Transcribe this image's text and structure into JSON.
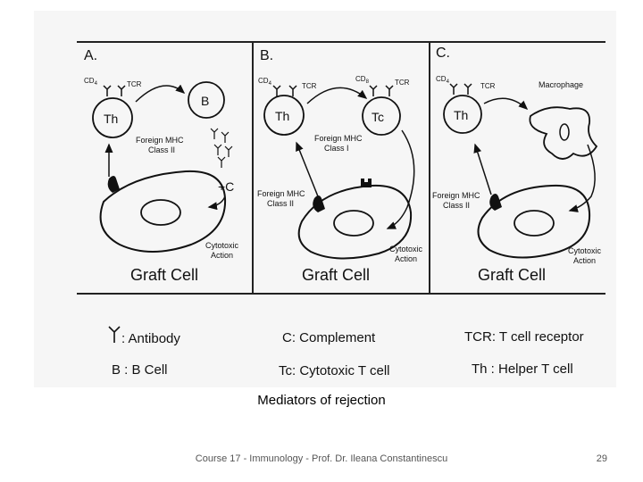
{
  "panels": [
    {
      "letter": "A.",
      "th_label": "Th",
      "cd_label": "CD",
      "cd_sub": "4",
      "tcr_label": "TCR",
      "target_label": "B",
      "mhc_line1": "Foreign MHC",
      "mhc_line2": "Class II",
      "complement_label": "+C",
      "action_line1": "Cytotoxic",
      "action_line2": "Action",
      "graft_label": "Graft Cell"
    },
    {
      "letter": "B.",
      "th_label": "Th",
      "cd_label": "CD",
      "cd_sub": "4",
      "tcr_label": "TCR",
      "cd8_label": "CD",
      "cd8_sub": "8",
      "tcr2_label": "TCR",
      "target_label": "Tc",
      "mhc1_line1": "Foreign MHC",
      "mhc1_line2": "Class I",
      "mhc2_line1": "Foreign MHC",
      "mhc2_line2": "Class II",
      "action_line1": "Cytotoxic",
      "action_line2": "Action",
      "graft_label": "Graft Cell"
    },
    {
      "letter": "C.",
      "th_label": "Th",
      "cd_label": "CD",
      "cd_sub": "4",
      "tcr_label": "TCR",
      "target_label": "Macrophage",
      "mhc_line1": "Foreign MHC",
      "mhc_line2": "Class II",
      "action_line1": "Cytotoxic",
      "action_line2": "Action",
      "graft_label": "Graft Cell"
    }
  ],
  "legend": {
    "antibody": ": Antibody",
    "complement": "C: Complement",
    "tcr": "TCR: T cell receptor",
    "bcell": "B : B Cell",
    "tc": "Tc: Cytotoxic T cell",
    "th": "Th :  Helper T cell"
  },
  "caption": "Mediators of rejection",
  "footer": {
    "course": "Course 17 - Immunology - Prof. Dr. Ileana Constantinescu",
    "page": "29"
  }
}
